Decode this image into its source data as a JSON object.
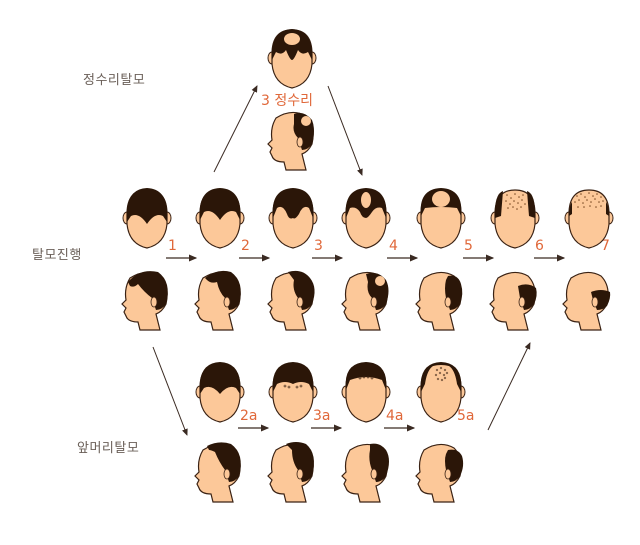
{
  "colors": {
    "skin": "#fcc899",
    "hair": "#2b1608",
    "outline": "#3a2214",
    "label_text": "#6b6059",
    "stage_number": "#e0683a",
    "arrow": "#3a2a22",
    "background": "#ffffff"
  },
  "labels": {
    "crown": "정수리탈모",
    "progression": "탈모진행",
    "frontal": "앞머리탈모"
  },
  "crown_branch": {
    "stage_label": "3 정수리"
  },
  "main_stages": [
    "1",
    "2",
    "3",
    "4",
    "5",
    "6",
    "7"
  ],
  "frontal_stages": [
    "2a",
    "3a",
    "4a",
    "5a"
  ]
}
